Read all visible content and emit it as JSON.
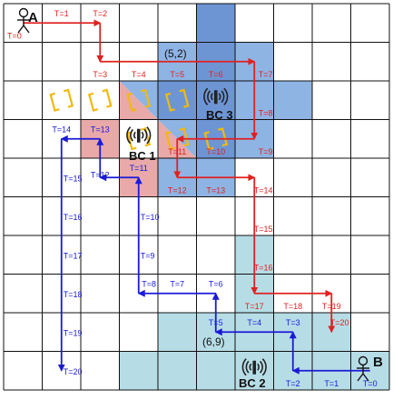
{
  "grid": {
    "cols": 10,
    "rows": 10
  },
  "colors": {
    "light_blue": "#b6dde6",
    "mid_blue": "#8eb4e3",
    "blue": "#6d95d3",
    "pink": "#e9a9a9",
    "red_path": "#e02020",
    "blue_path": "#1a1ad8",
    "gold": "#f2b90f",
    "grid_line": "#111111"
  },
  "shaded_cells": [
    {
      "col": 5,
      "row": 0,
      "shade": "blue"
    },
    {
      "col": 4,
      "row": 1,
      "shade": "mid_blue"
    },
    {
      "col": 5,
      "row": 1,
      "shade": "blue"
    },
    {
      "col": 6,
      "row": 1,
      "shade": "mid_blue"
    },
    {
      "col": 4,
      "row": 2,
      "shade": "blue"
    },
    {
      "col": 5,
      "row": 2,
      "shade": "blue"
    },
    {
      "col": 6,
      "row": 2,
      "shade": "mid_blue"
    },
    {
      "col": 7,
      "row": 2,
      "shade": "mid_blue"
    },
    {
      "col": 5,
      "row": 3,
      "shade": "blue"
    },
    {
      "col": 6,
      "row": 3,
      "shade": "mid_blue"
    },
    {
      "col": 4,
      "row": 4,
      "shade": "mid_blue"
    },
    {
      "col": 5,
      "row": 4,
      "shade": "mid_blue"
    },
    {
      "col": 2,
      "row": 3,
      "shade": "pink"
    },
    {
      "col": 3,
      "row": 4,
      "shade": "pink"
    },
    {
      "col": 6,
      "row": 6,
      "shade": "light_blue"
    },
    {
      "col": 6,
      "row": 7,
      "shade": "light_blue"
    },
    {
      "col": 4,
      "row": 8,
      "shade": "light_blue"
    },
    {
      "col": 5,
      "row": 8,
      "shade": "light_blue"
    },
    {
      "col": 6,
      "row": 8,
      "shade": "light_blue"
    },
    {
      "col": 7,
      "row": 8,
      "shade": "light_blue"
    },
    {
      "col": 8,
      "row": 8,
      "shade": "light_blue"
    },
    {
      "col": 3,
      "row": 9,
      "shade": "light_blue"
    },
    {
      "col": 4,
      "row": 9,
      "shade": "light_blue"
    },
    {
      "col": 5,
      "row": 9,
      "shade": "light_blue"
    },
    {
      "col": 6,
      "row": 9,
      "shade": "light_blue"
    },
    {
      "col": 7,
      "row": 9,
      "shade": "light_blue"
    },
    {
      "col": 8,
      "row": 9,
      "shade": "light_blue"
    },
    {
      "col": 9,
      "row": 9,
      "shade": "light_blue"
    }
  ],
  "split_cells": [
    {
      "col": 3,
      "row": 2,
      "upper": "mid_blue",
      "lower": "pink"
    },
    {
      "col": 4,
      "row": 3,
      "upper": "mid_blue",
      "lower": "pink"
    }
  ],
  "labels": {
    "person_a": "A",
    "person_b": "B",
    "bc1": "BC 1",
    "bc2": "BC 2",
    "bc3": "BC 3",
    "coord_52": "(5,2)",
    "coord_69": "(6,9)"
  },
  "red_path": {
    "points": [
      [
        0.5,
        0.5
      ],
      [
        2.5,
        0.5
      ],
      [
        2.5,
        1.5
      ],
      [
        6.5,
        1.5
      ],
      [
        6.5,
        3.5
      ],
      [
        4.5,
        3.5
      ],
      [
        4.5,
        4.5
      ],
      [
        6.5,
        4.5
      ],
      [
        6.5,
        7.5
      ],
      [
        8.5,
        7.5
      ],
      [
        8.5,
        8.5
      ]
    ],
    "labels": [
      {
        "text": "T=0",
        "col": 0,
        "row": 0,
        "pos": "bl"
      },
      {
        "text": "T=1",
        "col": 1,
        "row": 0,
        "pos": "tc"
      },
      {
        "text": "T=2",
        "col": 2,
        "row": 0,
        "pos": "tc"
      },
      {
        "text": "T=3",
        "col": 2,
        "row": 1,
        "pos": "bc"
      },
      {
        "text": "T=4",
        "col": 3,
        "row": 1,
        "pos": "bc"
      },
      {
        "text": "T=5",
        "col": 4,
        "row": 1,
        "pos": "bc"
      },
      {
        "text": "T=6",
        "col": 5,
        "row": 1,
        "pos": "bc"
      },
      {
        "text": "T=7",
        "col": 6,
        "row": 1,
        "pos": "br"
      },
      {
        "text": "T=8",
        "col": 6,
        "row": 2,
        "pos": "br"
      },
      {
        "text": "T=9",
        "col": 6,
        "row": 3,
        "pos": "br"
      },
      {
        "text": "T=10",
        "col": 5,
        "row": 3,
        "pos": "bc"
      },
      {
        "text": "T=11",
        "col": 4,
        "row": 3,
        "pos": "bc"
      },
      {
        "text": "T=12",
        "col": 4,
        "row": 4,
        "pos": "bc"
      },
      {
        "text": "T=13",
        "col": 5,
        "row": 4,
        "pos": "bc"
      },
      {
        "text": "T=14",
        "col": 6,
        "row": 4,
        "pos": "br"
      },
      {
        "text": "T=15",
        "col": 6,
        "row": 5,
        "pos": "br"
      },
      {
        "text": "T=16",
        "col": 6,
        "row": 6,
        "pos": "br"
      },
      {
        "text": "T=17",
        "col": 6,
        "row": 7,
        "pos": "bc"
      },
      {
        "text": "T=18",
        "col": 7,
        "row": 7,
        "pos": "bc"
      },
      {
        "text": "T=19",
        "col": 8,
        "row": 7,
        "pos": "bc"
      },
      {
        "text": "T=20",
        "col": 8,
        "row": 8,
        "pos": "tr"
      }
    ]
  },
  "blue_path": {
    "points": [
      [
        9.5,
        9.5
      ],
      [
        7.5,
        9.5
      ],
      [
        7.5,
        8.5
      ],
      [
        5.5,
        8.5
      ],
      [
        5.5,
        7.5
      ],
      [
        3.5,
        7.5
      ],
      [
        3.5,
        4.5
      ],
      [
        2.5,
        4.5
      ],
      [
        2.5,
        3.5
      ],
      [
        1.5,
        3.5
      ],
      [
        1.5,
        9.5
      ]
    ],
    "labels": [
      {
        "text": "T=0",
        "col": 9,
        "row": 9,
        "pos": "bc"
      },
      {
        "text": "T=1",
        "col": 8,
        "row": 9,
        "pos": "bc"
      },
      {
        "text": "T=2",
        "col": 7,
        "row": 9,
        "pos": "bc"
      },
      {
        "text": "T=3",
        "col": 7,
        "row": 8,
        "pos": "tc"
      },
      {
        "text": "T=4",
        "col": 6,
        "row": 8,
        "pos": "tc"
      },
      {
        "text": "T=5",
        "col": 5,
        "row": 8,
        "pos": "tc"
      },
      {
        "text": "T=6",
        "col": 5,
        "row": 7,
        "pos": "tc"
      },
      {
        "text": "T=7",
        "col": 4,
        "row": 7,
        "pos": "tc"
      },
      {
        "text": "T=8",
        "col": 3,
        "row": 7,
        "pos": "tr"
      },
      {
        "text": "T=9",
        "col": 3,
        "row": 6,
        "pos": "mr"
      },
      {
        "text": "T=10",
        "col": 3,
        "row": 5,
        "pos": "mr"
      },
      {
        "text": "T=11",
        "col": 3,
        "row": 4,
        "pos": "tc"
      },
      {
        "text": "T=12",
        "col": 2,
        "row": 4,
        "pos": "mc"
      },
      {
        "text": "T=13",
        "col": 2,
        "row": 3,
        "pos": "tc"
      },
      {
        "text": "T=14",
        "col": 1,
        "row": 3,
        "pos": "tc"
      },
      {
        "text": "T=15",
        "col": 1,
        "row": 4,
        "pos": "mr"
      },
      {
        "text": "T=16",
        "col": 1,
        "row": 5,
        "pos": "mr"
      },
      {
        "text": "T=17",
        "col": 1,
        "row": 6,
        "pos": "mr"
      },
      {
        "text": "T=18",
        "col": 1,
        "row": 7,
        "pos": "mr"
      },
      {
        "text": "T=19",
        "col": 1,
        "row": 8,
        "pos": "mr"
      },
      {
        "text": "T=20",
        "col": 1,
        "row": 9,
        "pos": "mr"
      }
    ]
  },
  "bracket_cells": [
    {
      "col": 1,
      "row": 2
    },
    {
      "col": 2,
      "row": 2
    },
    {
      "col": 3,
      "row": 2
    },
    {
      "col": 4,
      "row": 2
    },
    {
      "col": 3,
      "row": 3
    },
    {
      "col": 4,
      "row": 3
    },
    {
      "col": 5,
      "row": 3
    }
  ],
  "stations": [
    {
      "name": "bc1-antenna-icon",
      "col": 3,
      "row": 3
    },
    {
      "name": "bc2-antenna-icon",
      "col": 6,
      "row": 9
    },
    {
      "name": "bc3-antenna-icon",
      "col": 5,
      "row": 2
    }
  ]
}
